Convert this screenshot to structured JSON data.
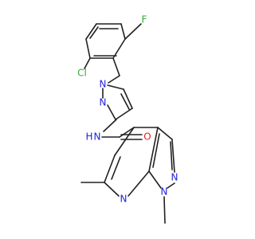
{
  "structure": {
    "atoms": [
      {
        "id": "Cl",
        "text": "Cl",
        "color": "#33aa33"
      },
      {
        "id": "F",
        "text": "F",
        "color": "#33aa33"
      },
      {
        "id": "N1",
        "text": "N",
        "color": "#2222dd"
      },
      {
        "id": "N2",
        "text": "N",
        "color": "#2222dd"
      },
      {
        "id": "NH",
        "text": "N",
        "color": "#2222dd"
      },
      {
        "id": "H",
        "text": "H",
        "color": "#2222dd"
      },
      {
        "id": "O",
        "text": "O",
        "color": "#dd2222"
      },
      {
        "id": "N3",
        "text": "N",
        "color": "#2222dd"
      },
      {
        "id": "N4",
        "text": "N",
        "color": "#2222dd"
      },
      {
        "id": "N5",
        "text": "N",
        "color": "#2222dd"
      }
    ]
  }
}
